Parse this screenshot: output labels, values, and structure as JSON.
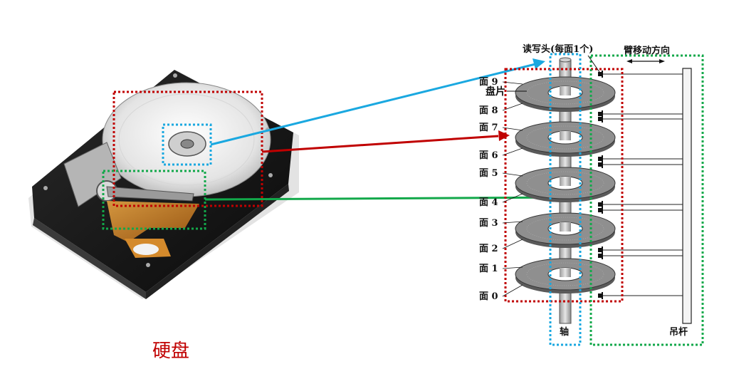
{
  "caption": "硬盘",
  "labels": {
    "head": "读写头(每面1个)",
    "arm_direction": "臂移动方向",
    "platter": "盘片",
    "spindle": "轴",
    "boom": "吊杆"
  },
  "surfaces": [
    "面 9",
    "面 8",
    "面 7",
    "面 6",
    "面 5",
    "面 4",
    "面 3",
    "面 2",
    "面 1",
    "面 0"
  ],
  "colors": {
    "red": "#c00000",
    "blue": "#1aa8e0",
    "green": "#12a84a",
    "caption": "#c00000"
  }
}
